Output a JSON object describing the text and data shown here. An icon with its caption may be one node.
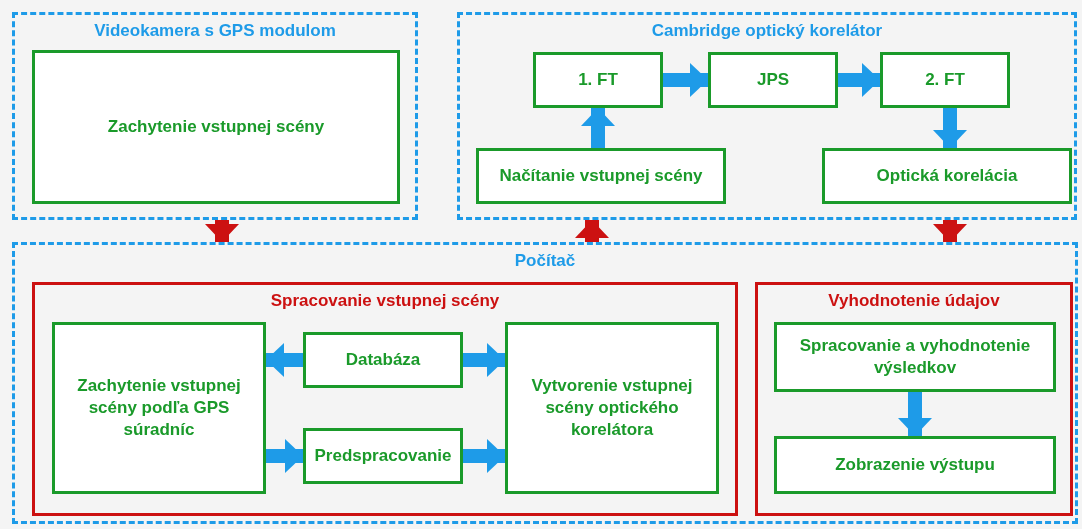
{
  "diagram": {
    "nodes": [
      {
        "text": [
          "Videokamera s GPS modulom"
        ]
      },
      {
        "text": [
          "Zachytenie vstupnej scény"
        ],
        "in": 0
      },
      {
        "text": [
          "Cambridge optický korelátor"
        ]
      },
      {
        "text": [
          "1. FT"
        ],
        "in": 2
      },
      {
        "text": [
          "JPS"
        ],
        "in": 2
      },
      {
        "text": [
          "2. FT"
        ],
        "in": 2
      },
      {
        "text": [
          "Načítanie vstupnej scény"
        ],
        "in": 2
      },
      {
        "text": [
          "Optická korelácia"
        ],
        "in": 2
      },
      {
        "text": [
          "Počítač"
        ]
      },
      {
        "text": [
          "Spracovanie vstupnej scény"
        ],
        "in": 8
      },
      {
        "text": [
          "Zachytenie vstupnej scény podľa GPS súradníc"
        ],
        "in": 9
      },
      {
        "text": [
          "Databáza"
        ],
        "in": 9
      },
      {
        "text": [
          "Predspracovanie"
        ],
        "in": 9
      },
      {
        "text": [
          "Vytvorenie vstupnej scény optického korelátora"
        ],
        "in": 9
      },
      {
        "text": [
          "Vyhodnotenie údajov"
        ],
        "in": 8
      },
      {
        "text": [
          "Spracovanie a vyhodnotenie výsledkov"
        ],
        "in": 14
      },
      {
        "text": [
          "Zobrazenie výstupu"
        ],
        "in": 14
      }
    ],
    "edges": [
      {
        "from": 3,
        "to": 4,
        "arrow": "to"
      },
      {
        "from": 4,
        "to": 5,
        "arrow": "to"
      },
      {
        "from": 6,
        "to": 3,
        "arrow": "to"
      },
      {
        "from": 5,
        "to": 7,
        "arrow": "to"
      },
      {
        "from": 0,
        "to": 8,
        "arrow": "to",
        "color": "#cc1111"
      },
      {
        "from": 8,
        "to": 2,
        "arrow": "to",
        "color": "#cc1111"
      },
      {
        "from": 2,
        "to": 8,
        "arrow": "to",
        "color": "#cc1111"
      },
      {
        "from": 11,
        "to": 10,
        "arrow": "to"
      },
      {
        "from": 11,
        "to": 13,
        "arrow": "to"
      },
      {
        "from": 10,
        "to": 12,
        "arrow": "to"
      },
      {
        "from": 12,
        "to": 13,
        "arrow": "to"
      },
      {
        "from": 15,
        "to": 16,
        "arrow": "to"
      }
    ]
  }
}
